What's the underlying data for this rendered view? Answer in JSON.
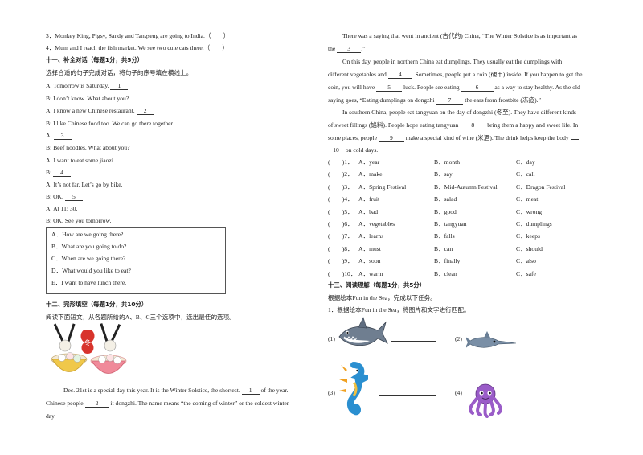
{
  "left": {
    "judge3": "3．Monkey King, Pigsy, Sandy and Tangseng are going to India.（　　）",
    "judge4": "4．Mum and I reach the fish market. We see two cute cats there.（　　）",
    "sec11_title": "十一、补全对话（每题1分，共5分）",
    "sec11_instr": "选择合适的句子完成对话，将句子的序号填在横线上。",
    "dialog": [
      {
        "pre": "A: Tomorrow is Saturday. ",
        "blank": "1",
        "post": ""
      },
      {
        "pre": "B: I don’t know. What about you?",
        "blank": "",
        "post": ""
      },
      {
        "pre": "A: I know a new Chinese restaurant. ",
        "blank": "2",
        "post": ""
      },
      {
        "pre": "B: I like Chinese food too. We can go there together.",
        "blank": "",
        "post": ""
      },
      {
        "pre": "A: ",
        "blank": "3",
        "post": ""
      },
      {
        "pre": "B: Beef noodles. What about you?",
        "blank": "",
        "post": ""
      },
      {
        "pre": "A: I want to eat some jiaozi.",
        "blank": "",
        "post": ""
      },
      {
        "pre": "B: ",
        "blank": "4",
        "post": ""
      },
      {
        "pre": "A: It’s not far. Let’s go by bike.",
        "blank": "",
        "post": ""
      },
      {
        "pre": "B: OK. ",
        "blank": "5",
        "post": ""
      },
      {
        "pre": "A: At 11: 30.",
        "blank": "",
        "post": ""
      },
      {
        "pre": "B: OK. See you tomorrow.",
        "blank": "",
        "post": ""
      }
    ],
    "options": [
      "A．How are we going there?",
      "B．What are you going to do?",
      "C．When are we going there?",
      "D．What would you like to eat?",
      "E．I want to have lunch there."
    ],
    "sec12_title": "十二、完形填空（每题1分，共10分）",
    "sec12_instr": "阅读下面短文，从各题所给的A、B、C三个选项中，选出最佳的选项。",
    "p1_a": "Dec. 21st is a special day this year. It is the Winter Solstice, the shortest. ",
    "p1_b1": "1",
    "p1_c": " of the year.",
    "p1_d": "Chinese people ",
    "p1_b2": "2",
    "p1_e": " it dongzhi. The name means “the coming of winter” or the coldest winter",
    "p1_f": "day."
  },
  "right": {
    "p2_l1": "There was a saying that went in ancient (古代的) China, “The Winter Solstice is as important as",
    "p2_l2a": "the ",
    "p2_b3": "3",
    "p2_l2b": ".”",
    "p3_l1": "On this day, people in northern China eat dumplings. They usually eat the dumplings with",
    "p3_l2a": "different vegetables and ",
    "p3_b4": "4",
    "p3_l2b": ". Sometimes, people put a coin (硬币) inside. If you happen to get the",
    "p3_l3a": "coin, you will have ",
    "p3_b5": "5",
    "p3_l3b": " luck. People see eating ",
    "p3_b6": "6",
    "p3_l3c": " as a way to stay healthy. As the old",
    "p3_l4a": "saying goes, “Eating dumplings on dongzhi ",
    "p3_b7": "7",
    "p3_l4b": " the ears from frostbite (冻疮).”",
    "p4_l1": "In southern China, people eat tangyuan on the day of dongzhi (冬至). They have different kinds",
    "p4_l2a": "of sweet fillings (馅料). People hope eating tangyuan ",
    "p4_b8": "8",
    "p4_l2b": " bring them a happy and sweet life. In",
    "p4_l3a": "some places, people ",
    "p4_b9": "9",
    "p4_l3b": " make a special kind of wine (米酒). The drink helps keep the body ",
    "p4_l4a": "",
    "p4_b10": "10",
    "p4_l4b": " on cold days.",
    "mc": [
      {
        "n": "(　　)1．",
        "a": "A．year",
        "b": "B．month",
        "c": "C．day"
      },
      {
        "n": "(　　)2．",
        "a": "A．make",
        "b": "B．say",
        "c": "C．call"
      },
      {
        "n": "(　　)3．",
        "a": "A．Spring Festival",
        "b": "B．Mid-Autumn Festival",
        "c": "C．Dragon Festival"
      },
      {
        "n": "(　　)4．",
        "a": "A．fruit",
        "b": "B．salad",
        "c": "C．meat"
      },
      {
        "n": "(　　)5．",
        "a": "A．bad",
        "b": "B．good",
        "c": "C．wrong"
      },
      {
        "n": "(　　)6．",
        "a": "A．vegetables",
        "b": "B．tangyuan",
        "c": "C．dumplings"
      },
      {
        "n": "(　　)7．",
        "a": "A．learns",
        "b": "B．falls",
        "c": "C．keeps"
      },
      {
        "n": "(　　)8．",
        "a": "A．must",
        "b": "B．can",
        "c": "C．should"
      },
      {
        "n": "(　　)9．",
        "a": "A．soon",
        "b": "B．finally",
        "c": "C．also"
      },
      {
        "n": "(　　)10．",
        "a": "A．warm",
        "b": "B．clean",
        "c": "C．safe"
      }
    ],
    "sec13_title": "十三、阅读理解（每题1分，共5分）",
    "sec13_instr": "根据绘本Fun in the Sea，完成以下任务。",
    "sec13_q1": "1．根据绘本Fun in the Sea，将图片和文字进行匹配。",
    "pic_labels": [
      "(1)",
      "(2)",
      "(3)",
      "(4)"
    ]
  },
  "colors": {
    "text": "#222222",
    "seahorse": "#2a8fd0",
    "octopus": "#9a5cc8",
    "shark": "#6f7e90"
  },
  "icons": [
    "tangyuan-bowl-icon",
    "shark-icon",
    "swordfish-icon",
    "seahorse-icon",
    "octopus-icon"
  ]
}
